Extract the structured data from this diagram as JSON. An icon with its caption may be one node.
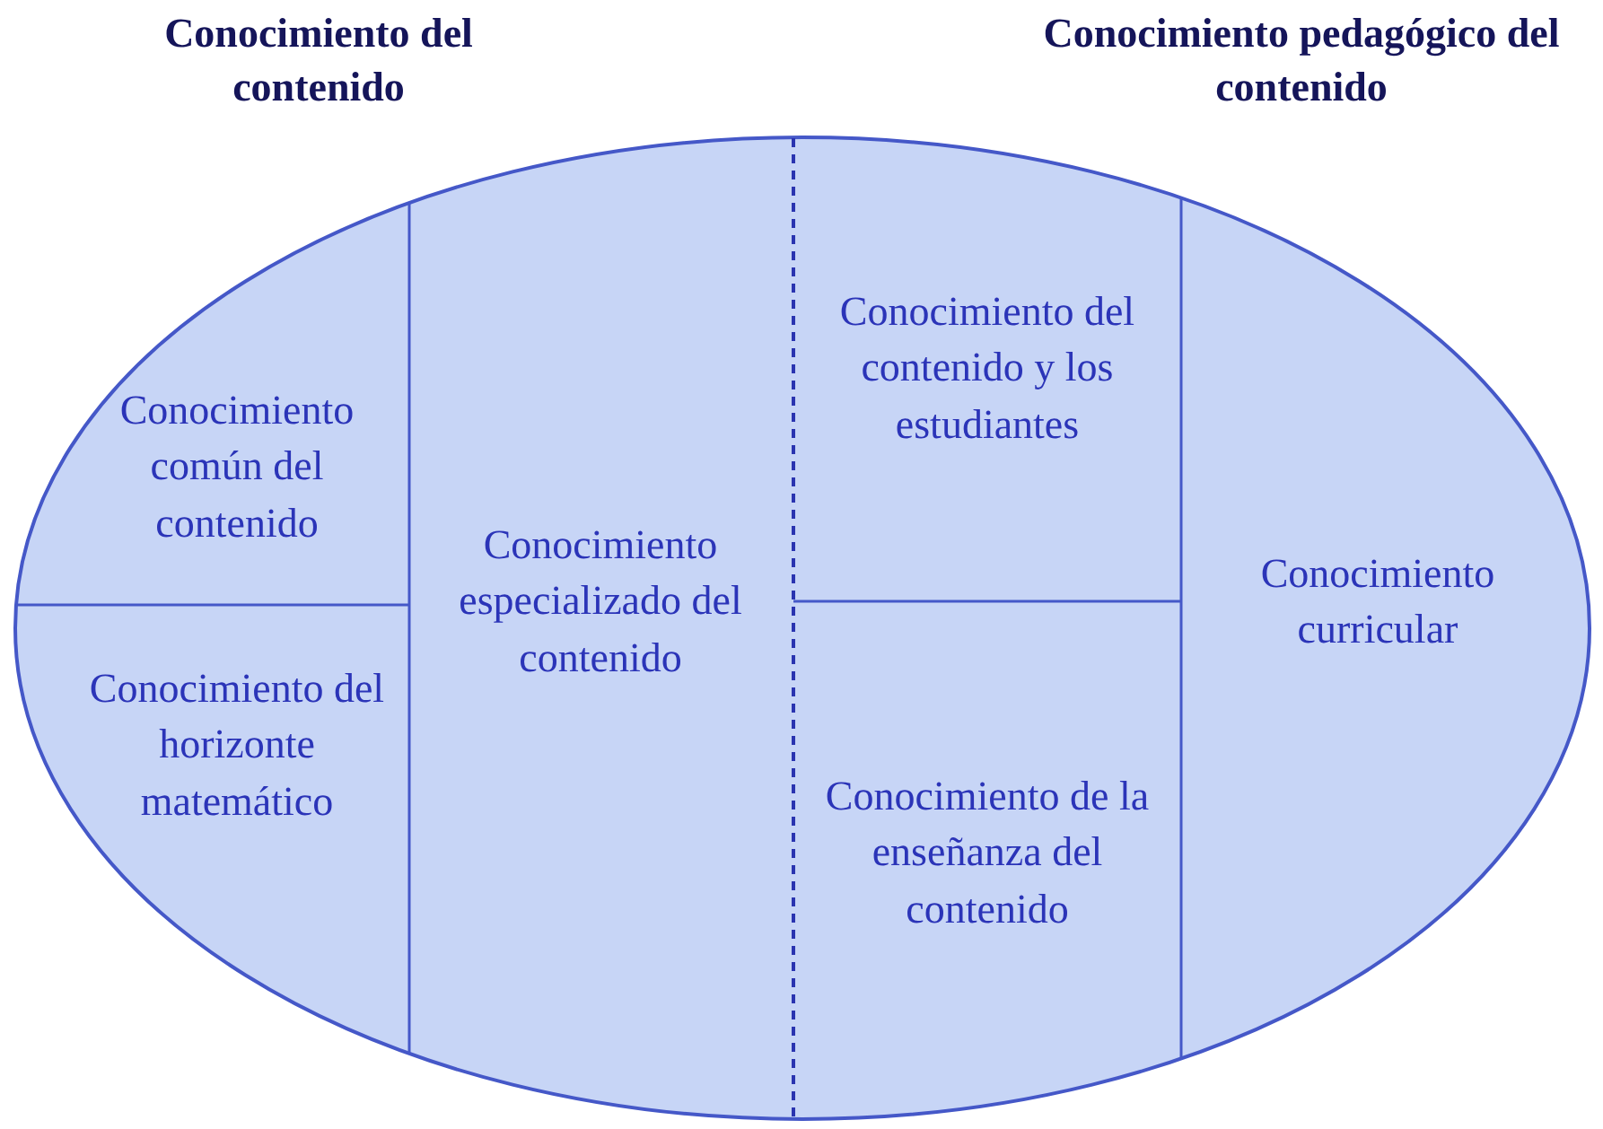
{
  "diagram": {
    "nodes": [
      {
        "text": [],
        "shape": "ellipse"
      },
      {
        "text": [
          "Conocimiento común del contenido"
        ],
        "in": 0
      },
      {
        "text": [
          "Conocimiento del horizonte matemático"
        ],
        "in": 0
      },
      {
        "text": [
          "Conocimiento especializado del contenido"
        ],
        "in": 0
      },
      {
        "text": [
          "Conocimiento del contenido y los estudiantes"
        ],
        "in": 0
      },
      {
        "text": [
          "Conocimiento de la enseñanza del contenido"
        ],
        "in": 0
      },
      {
        "text": [
          "Conocimiento curricular"
        ],
        "in": 0
      }
    ],
    "edges": [],
    "labels": [
      "Conocimiento del contenido",
      "Conocimiento pedagógico del contenido"
    ]
  }
}
